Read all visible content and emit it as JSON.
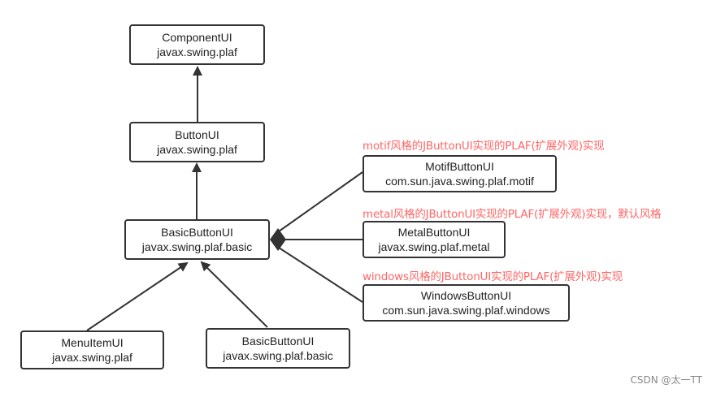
{
  "nodes": {
    "component_ui": {
      "name": "ComponentUI",
      "package": "javax.swing.plaf"
    },
    "button_ui": {
      "name": "ButtonUI",
      "package": "javax.swing.plaf"
    },
    "basic_button_ui": {
      "name": "BasicButtonUI",
      "package": "javax.swing.plaf.basic"
    },
    "motif_button_ui": {
      "name": "MotifButtonUI",
      "package": "com.sun.java.swing.plaf.motif"
    },
    "metal_button_ui": {
      "name": "MetalButtonUI",
      "package": "javax.swing.plaf.metal"
    },
    "windows_button_ui": {
      "name": "WindowsButtonUI",
      "package": "com.sun.java.swing.plaf.windows"
    },
    "menu_item_ui": {
      "name": "MenuItemUI",
      "package": "javax.swing.plaf"
    },
    "basic_button_ui_child": {
      "name": "BasicButtonUI",
      "package": "javax.swing.plaf.basic"
    }
  },
  "notes": {
    "motif": "motif风格的JButtonUI实现的PLAF(扩展外观)实现",
    "metal": "metal风格的JButtonUI实现的PLAF(扩展外观)实现，默认风格",
    "windows": "windows风格的JButtonUI实现的PLAF(扩展外观)实现"
  },
  "watermark": "CSDN @太一TT",
  "colors": {
    "stroke": "#333333",
    "note": "#ff6666",
    "watermark": "#888888"
  }
}
